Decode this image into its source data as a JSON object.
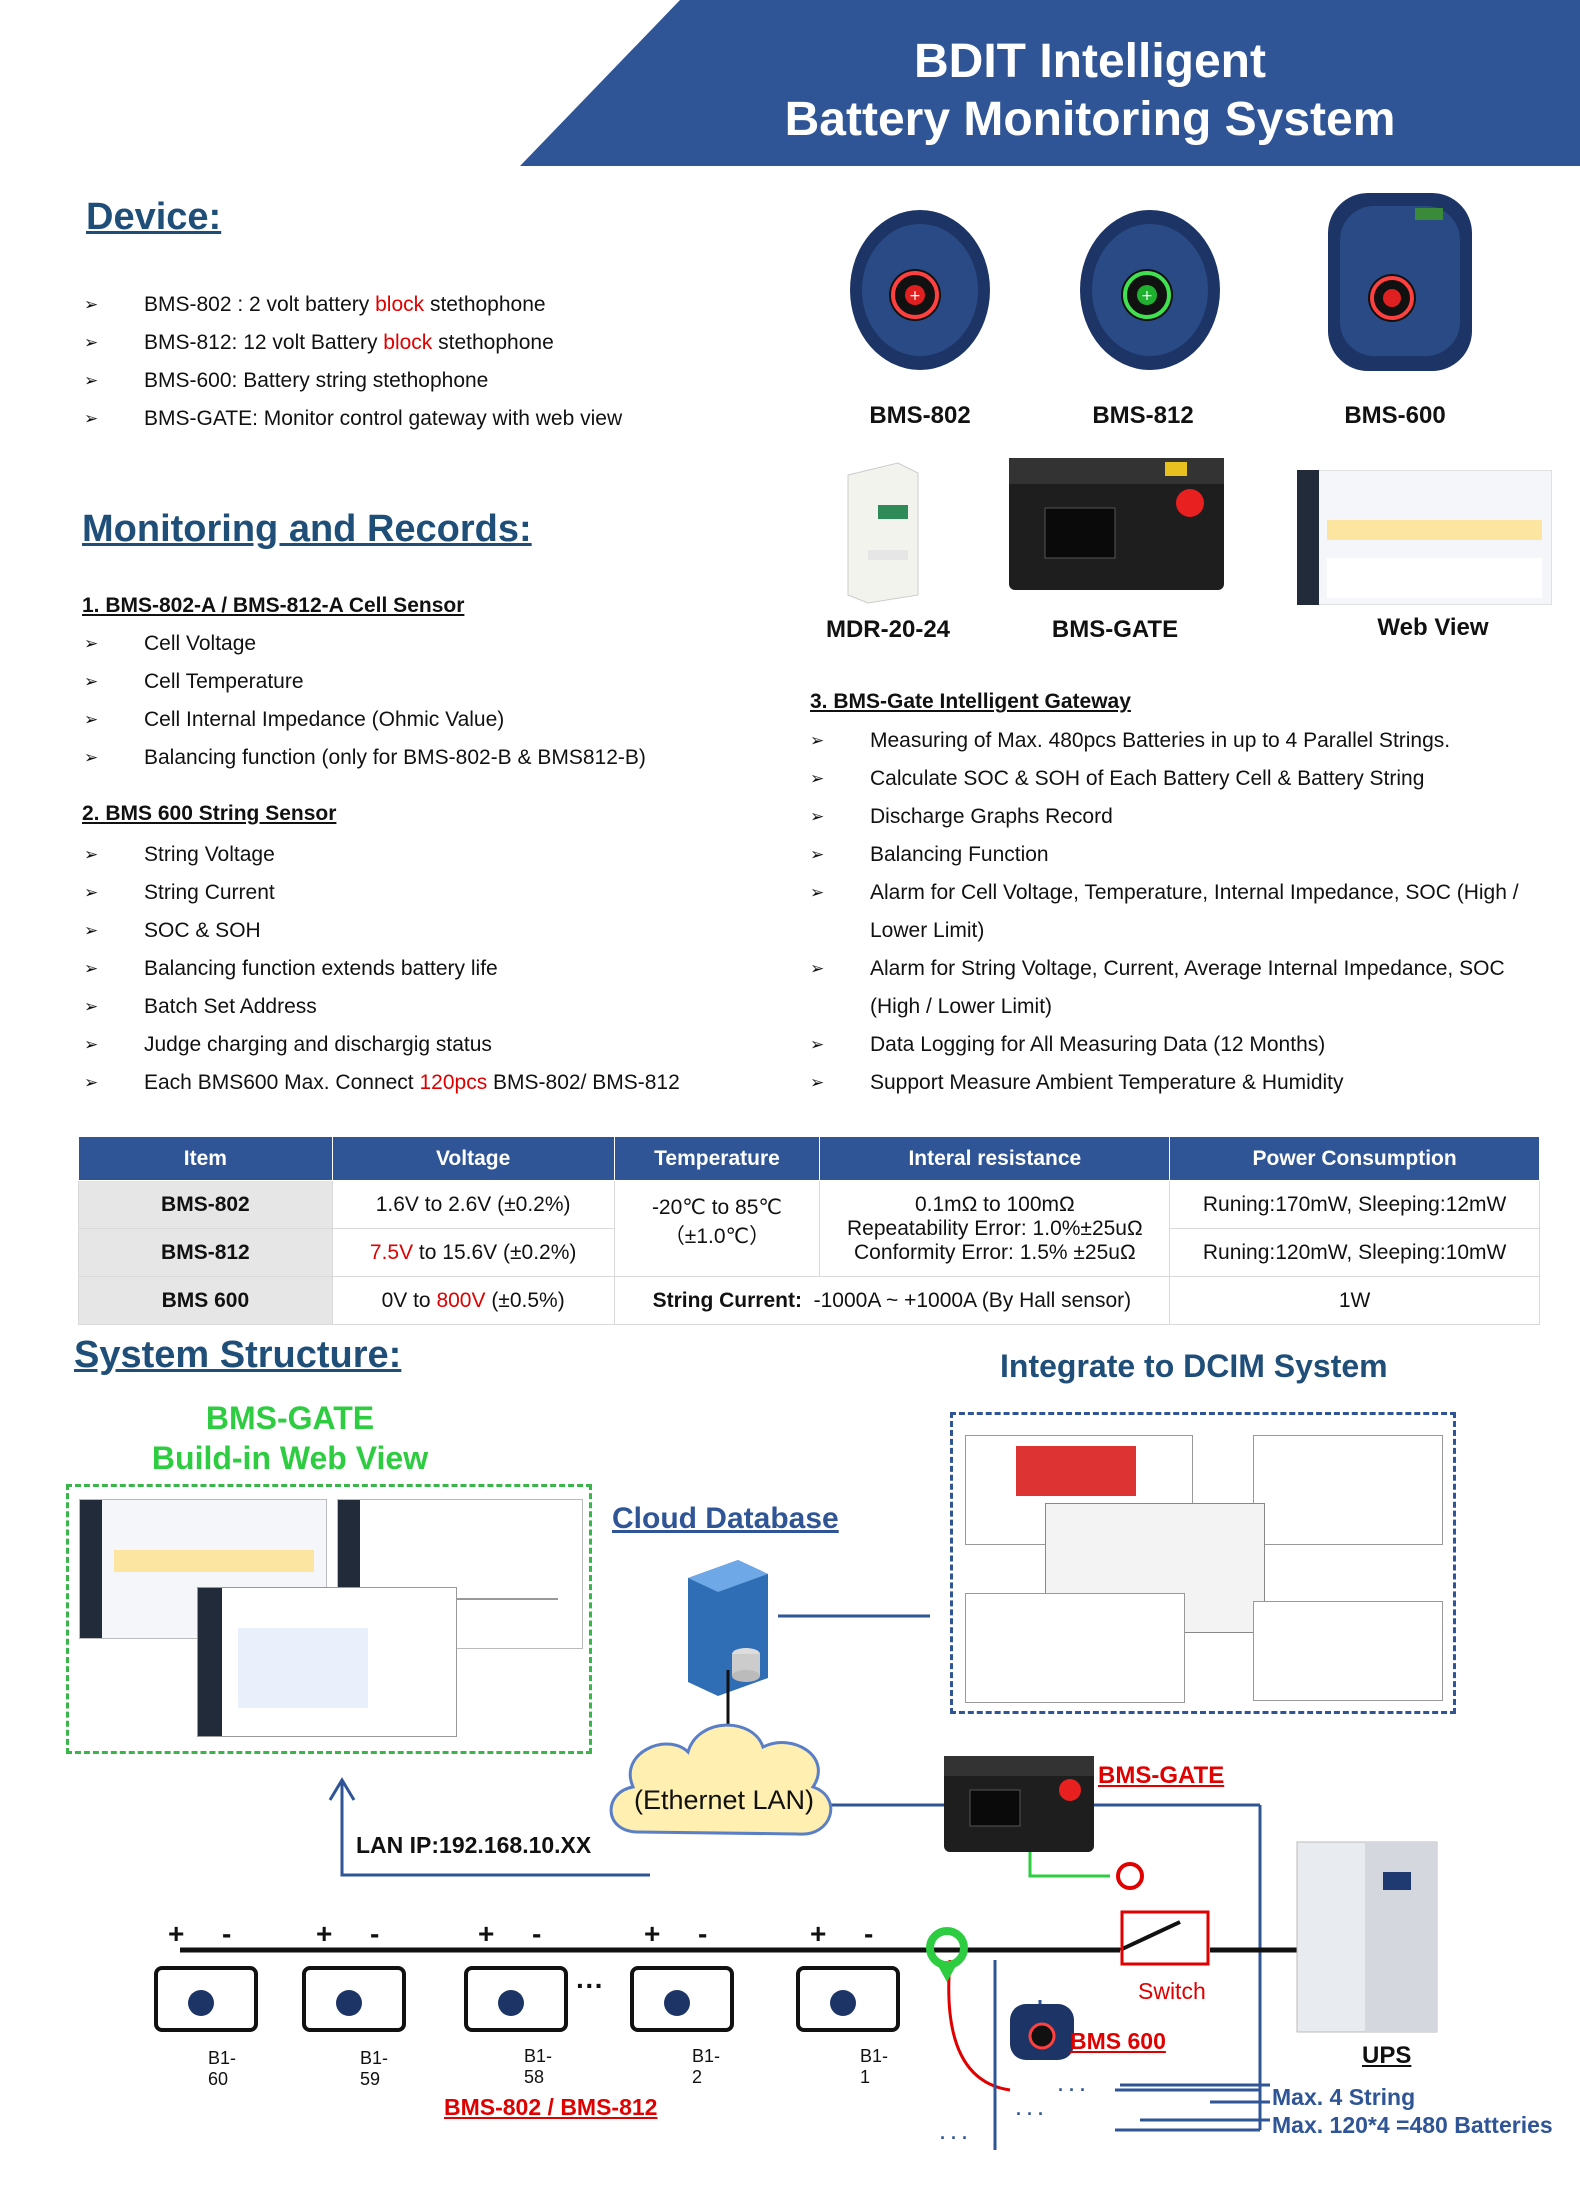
{
  "banner": {
    "line1": "BDIT Intelligent",
    "line2": "Battery Monitoring System"
  },
  "device": {
    "heading": "Device:",
    "items": [
      {
        "a": "BMS-802 :  2 volt battery ",
        "b": "block",
        "c": " stethophone"
      },
      {
        "a": "BMS-812:  12 volt Battery ",
        "b": "block",
        "c": " stethophone"
      },
      {
        "a": "BMS-600:   Battery string stethophone",
        "b": "",
        "c": ""
      },
      {
        "a": "BMS-GATE:  Monitor control gateway with web view",
        "b": "",
        "c": ""
      }
    ],
    "labels": {
      "bms802": "BMS-802",
      "bms812": "BMS-812",
      "bms600": "BMS-600",
      "mdr": "MDR-20-24",
      "gate": "BMS-GATE",
      "web": "Web View"
    }
  },
  "monitoring": {
    "heading": "Monitoring and Records:",
    "s1_title": "1. BMS-802-A / BMS-812-A Cell Sensor ",
    "s1_items": [
      "Cell Voltage",
      "Cell Temperature",
      "Cell Internal Impedance (Ohmic Value)",
      "Balancing function (only for BMS-802-B & BMS812-B)"
    ],
    "s2_title": "2. BMS 600 String Sensor ",
    "s2_items": [
      "String Voltage",
      "String Current",
      "SOC & SOH",
      "Balancing function extends battery life",
      "Batch Set Address",
      "Judge charging and dischargig status"
    ],
    "s2_last": {
      "a": "Each BMS600 Max. Connect ",
      "b": "120pcs",
      "c": " BMS-802/ BMS-812"
    },
    "s3_title": "3. BMS-Gate Intelligent Gateway",
    "s3_items": [
      "Measuring of Max. 480pcs Batteries in up to 4  Parallel Strings.",
      "Calculate SOC & SOH of Each Battery Cell & Battery String",
      "Discharge Graphs Record",
      "Balancing Function",
      "Alarm for Cell Voltage, Temperature, Internal Impedance, SOC (High / Lower Limit)",
      "Alarm for String Voltage, Current, Average Internal Impedance, SOC (High / Lower Limit)",
      "Data Logging for All Measuring Data (12 Months)",
      "Support Measure Ambient Temperature & Humidity"
    ]
  },
  "table": {
    "headers": [
      "Item",
      "Voltage",
      "Temperature",
      "Interal resistance",
      "Power Consumption"
    ],
    "r1": {
      "item": "BMS-802",
      "voltage": "1.6V to 2.6V (±0.2%)",
      "power": "Runing:170mW, Sleeping:12mW"
    },
    "r2": {
      "item": "BMS-812",
      "v_red": "7.5V",
      "v_rest": " to 15.6V (±0.2%)",
      "power": "Runing:120mW, Sleeping:10mW"
    },
    "temp": {
      "l1": "-20℃ to 85℃",
      "l2": "（±1.0℃）"
    },
    "res": {
      "l1": "0.1mΩ to 100mΩ",
      "l2": "Repeatability Error: 1.0%±25uΩ",
      "l3": "Conformity Error: 1.5% ±25uΩ"
    },
    "r3": {
      "item": "BMS 600",
      "v_a": "0V to ",
      "v_red": "800V",
      "v_b": " (±0.5%)",
      "sc_label": "String Current:",
      "sc_value": "  -1000A ~ +1000A (By Hall sensor)",
      "power": "1W"
    }
  },
  "system": {
    "heading": "System Structure:",
    "gate_title1": "BMS-GATE",
    "gate_title2": "Build-in Web View",
    "cloud": "Cloud  Database",
    "dcim": "Integrate to DCIM System",
    "lan": "(Ethernet LAN)",
    "lan_ip": "LAN IP:192.168.10.XX",
    "gate_label": "BMS-GATE",
    "switch": "Switch",
    "bms600": "BMS 600",
    "ups": "UPS",
    "cells": [
      "B1-60",
      "B1-59",
      "B1-58",
      "B1-2",
      "B1-1"
    ],
    "dots": "···",
    "cell_sensor": "BMS-802 / BMS-812",
    "max1": "Max. 4 String",
    "max2": "Max. 120*4 =480 Batteries",
    "plus": "+",
    "minus": "-",
    "more": "· · ·"
  },
  "colors": {
    "brand": "#2f5597",
    "accent_red": "#e00000",
    "green": "#39b54a"
  }
}
